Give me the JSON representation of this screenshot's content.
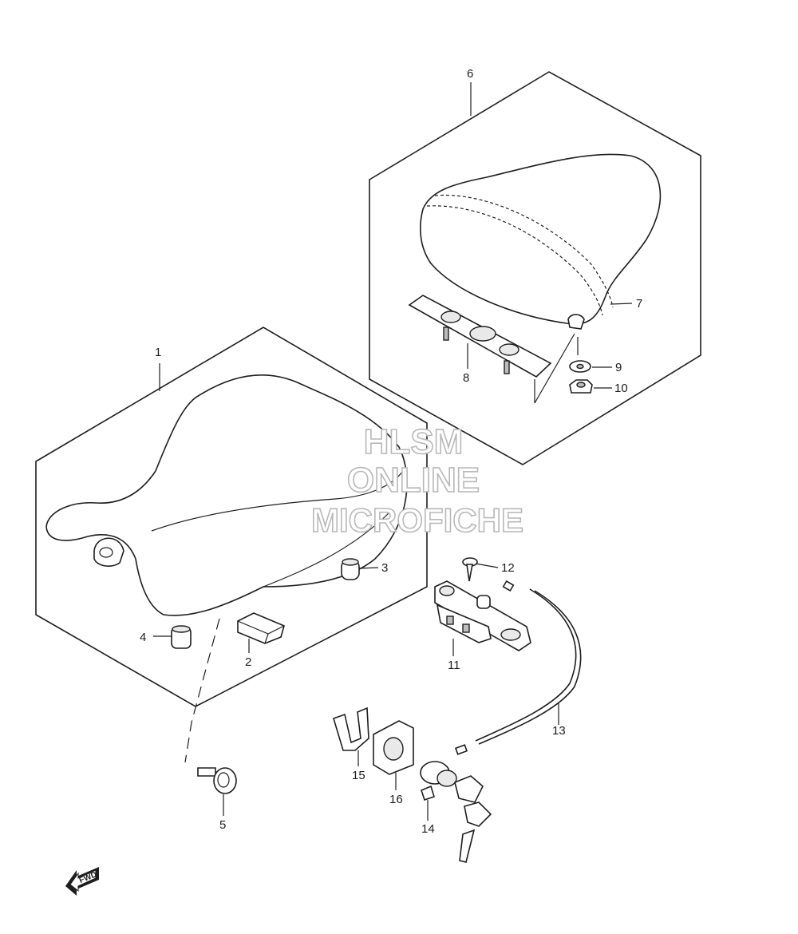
{
  "diagram": {
    "callouts": [
      "1",
      "2",
      "3",
      "4",
      "5",
      "6",
      "7",
      "8",
      "9",
      "10",
      "11",
      "12",
      "13",
      "14",
      "15",
      "16"
    ],
    "watermark": {
      "line1": "HLSM",
      "line2": "ONLINE",
      "line3": "MICROFICHE",
      "color": "#b8b8b8"
    },
    "direction_badge": {
      "label": "FWD",
      "icon": "forward-arrow-icon"
    },
    "colors": {
      "ink": "#1e1e1e",
      "background": "#ffffff"
    }
  }
}
